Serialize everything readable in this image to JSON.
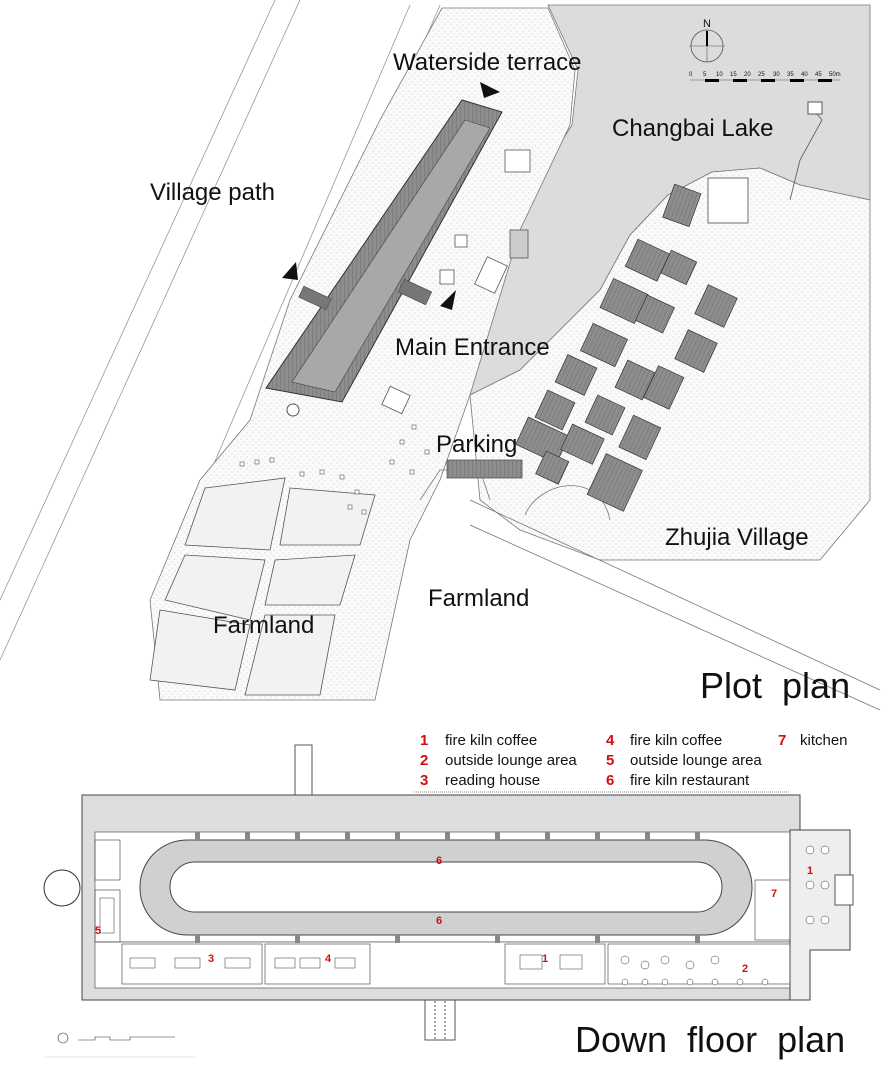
{
  "plot_plan": {
    "title": "Plot plan",
    "labels": {
      "waterside_terrace": "Waterside terrace",
      "changbai_lake": "Changbai Lake",
      "village_path": "Village path",
      "main_entrance": "Main Entrance",
      "parking": "Parking",
      "zhujia_village": "Zhujia Village",
      "farmland_center": "Farmland",
      "farmland_left": "Farmland"
    },
    "north_arrow": "N",
    "scale_ticks": [
      "0",
      "5",
      "10",
      "15",
      "20",
      "25",
      "30",
      "35",
      "40",
      "45",
      "50m"
    ]
  },
  "floor_plan": {
    "title": "Down floor plan",
    "legend": [
      {
        "num": "1",
        "label": "fire kiln coffee"
      },
      {
        "num": "2",
        "label": "outside lounge area"
      },
      {
        "num": "3",
        "label": "reading house"
      },
      {
        "num": "4",
        "label": "fire kiln coffee"
      },
      {
        "num": "5",
        "label": "outside lounge area"
      },
      {
        "num": "6",
        "label": "fire kiln restaurant"
      },
      {
        "num": "7",
        "label": "kitchen"
      }
    ],
    "markers": [
      "6",
      "6",
      "1",
      "2",
      "3",
      "4",
      "5",
      "7",
      "1"
    ]
  },
  "colors": {
    "accent_red": "#d01010",
    "lake": "#dcdcdc",
    "building": "#9a9a9a"
  }
}
